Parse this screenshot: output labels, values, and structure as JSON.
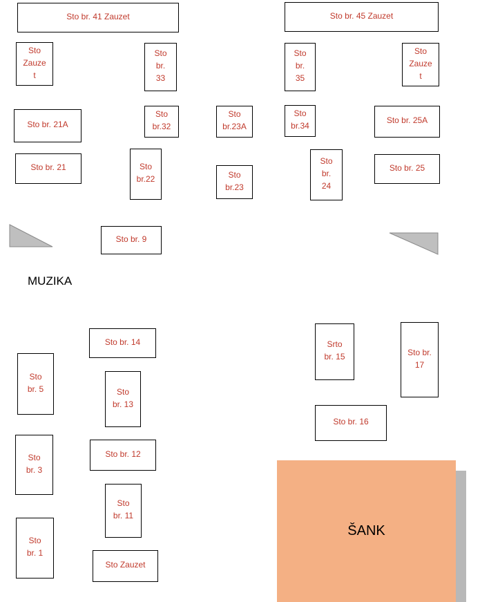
{
  "tables": {
    "t41": "Sto br. 41 Zauzet",
    "t45": "Sto br. 45 Zauzet",
    "left_top_occupied": "Sto\nZauze\nt",
    "t33": "Sto\nbr.\n33",
    "t35": "Sto\nbr.\n35",
    "right_top_occupied": "Sto\nZauze\nt",
    "t21a": "Sto br. 21A",
    "t32": "Sto\nbr.32",
    "t23a": "Sto\nbr.23A",
    "t34": "Sto\nbr.34",
    "t25a": "Sto br. 25A",
    "t21": "Sto br. 21",
    "t22": "Sto\nbr.22",
    "t23": "Sto\nbr.23",
    "t24": "Sto\nbr.\n24",
    "t25": "Sto br. 25",
    "t9": "Sto br. 9",
    "t14": "Sto br. 14",
    "t5": "Sto\nbr. 5",
    "t13": "Sto\nbr. 13",
    "t15": "Srto\nbr. 15",
    "t17": "Sto br.\n17",
    "t16": "Sto br. 16",
    "t12": "Sto br. 12",
    "t3": "Sto\nbr. 3",
    "t11": "Sto\nbr. 11",
    "t1": "Sto\nbr. 1",
    "bottom_occupied": "Sto Zauzet"
  },
  "labels": {
    "music": "MUZIKA",
    "bar": "ŠANK"
  },
  "colors": {
    "table_text": "#c0392b",
    "bar_fill": "#f4b084",
    "bar_shadow": "#b8b8b8",
    "speaker_fill": "#bfbfbf"
  }
}
